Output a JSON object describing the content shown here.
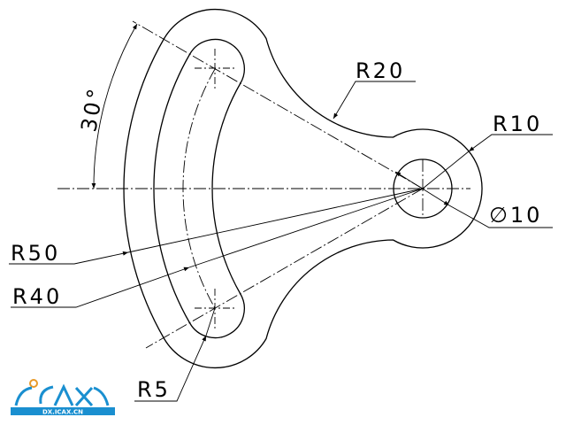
{
  "dimensions": {
    "angle": "30°",
    "r20": "R20",
    "r10": "R10",
    "dia10": "∅10",
    "r50": "R50",
    "r40": "R40",
    "r5": "R5"
  },
  "logo": {
    "name": "ICAX",
    "url": "DX.ICAX.CN"
  },
  "colors": {
    "line": "#000000",
    "logo": "#1a8fd0"
  }
}
